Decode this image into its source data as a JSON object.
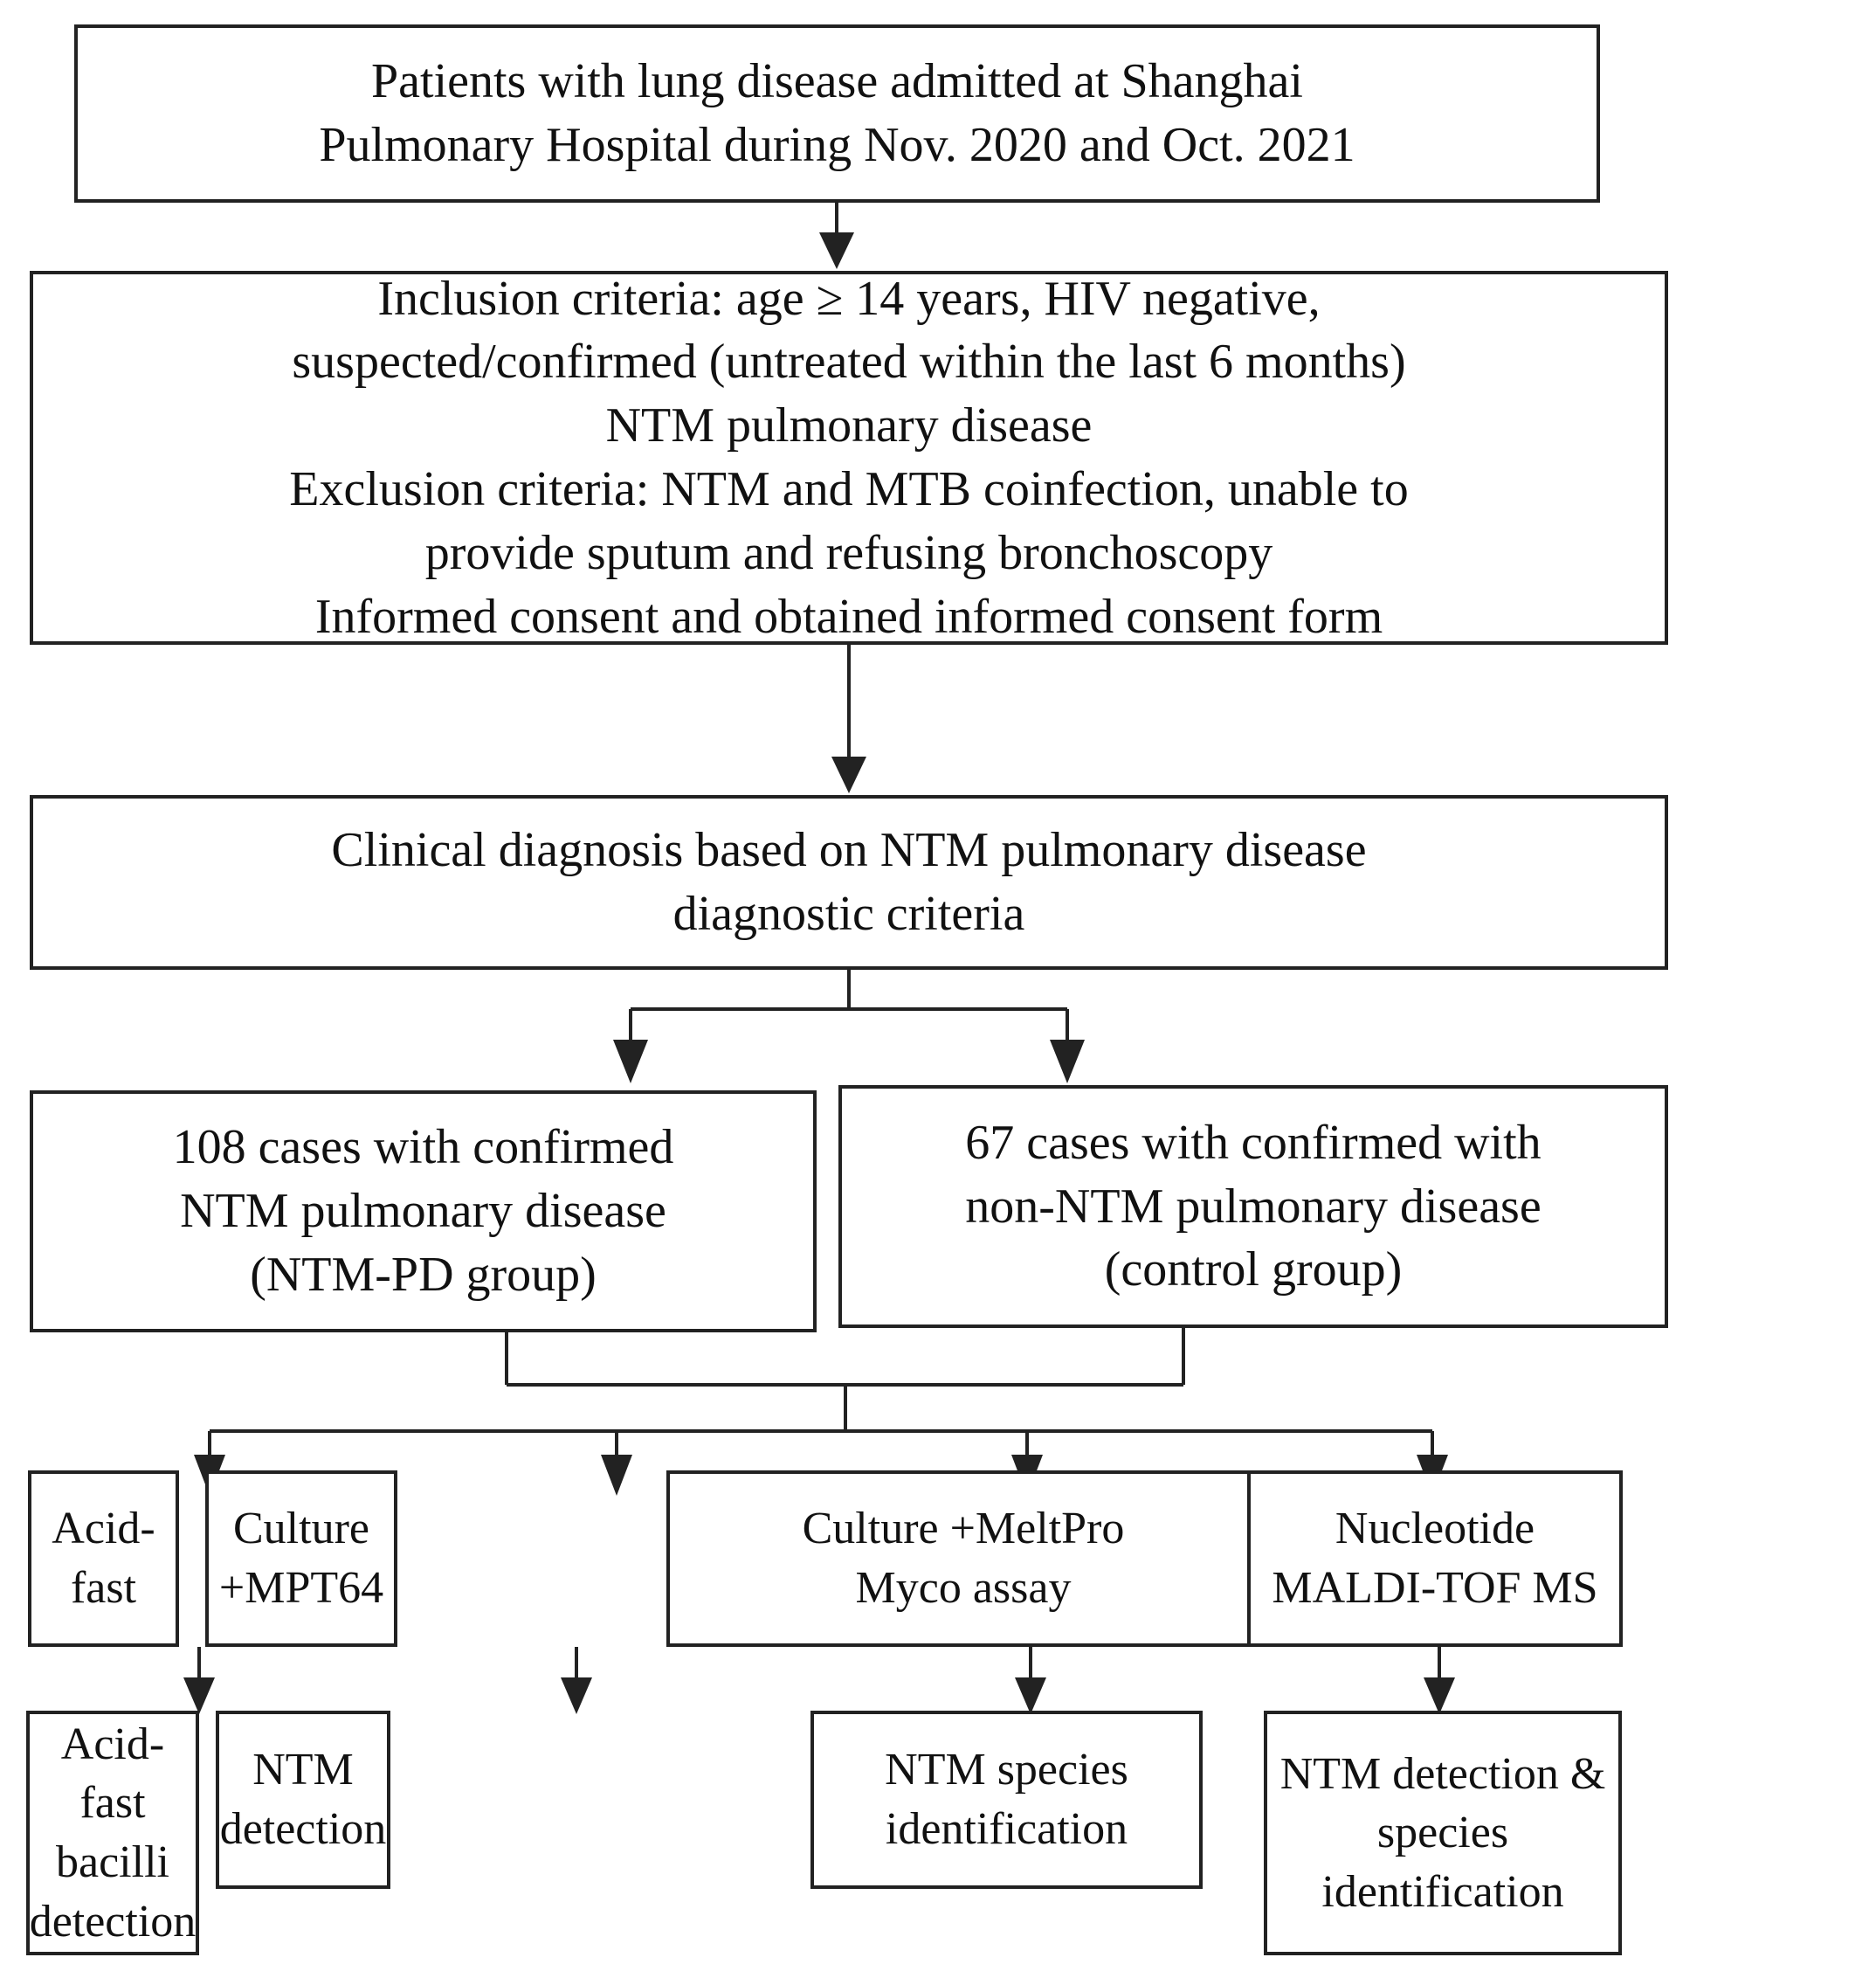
{
  "diagram": {
    "title": "NTM pulmonary disease study enrollment and testing flowchart",
    "line_color": "#222222",
    "box_fill": "#ffffff",
    "nodes": {
      "cohort": {
        "text": "Patients with lung disease admitted at Shanghai\nPulmonary Hospital during Nov. 2020 and Oct. 2021"
      },
      "criteria": {
        "text": "Inclusion criteria: age ≥ 14 years, HIV negative,\nsuspected/confirmed (untreated within the last 6 months)\nNTM pulmonary disease\nExclusion criteria: NTM and MTB coinfection, unable to\nprovide sputum and refusing bronchoscopy\nInformed consent and obtained informed consent form"
      },
      "diagnosis": {
        "text": "Clinical diagnosis based on NTM pulmonary disease\ndiagnostic criteria"
      },
      "group_ntmpd": {
        "text": "108 cases with confirmed\nNTM pulmonary disease\n(NTM-PD group)"
      },
      "group_control": {
        "text": "67 cases with confirmed with\nnon-NTM pulmonary disease\n(control group)"
      },
      "method_1": {
        "text": "Acid-\nfast"
      },
      "method_2": {
        "text": "Culture\n+MPT64"
      },
      "method_3": {
        "text": "Culture +MeltPro\nMyco assay"
      },
      "method_4": {
        "text": "Nucleotide\nMALDI-TOF MS"
      },
      "result_1": {
        "text": "Acid-fast\nbacilli\ndetection"
      },
      "result_2": {
        "text": "NTM\ndetection"
      },
      "result_3": {
        "text": "NTM species\nidentification"
      },
      "result_4": {
        "text": "NTM detection &\nspecies\nidentification"
      }
    }
  }
}
